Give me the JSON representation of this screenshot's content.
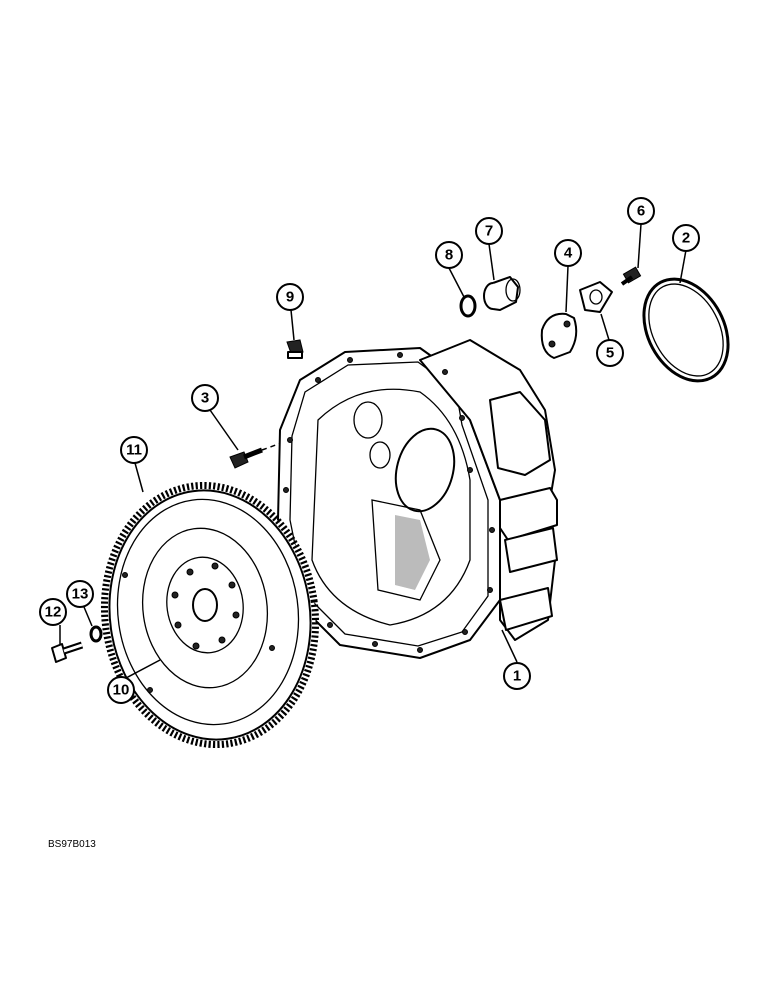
{
  "callouts": [
    {
      "id": "1",
      "label": "1"
    },
    {
      "id": "2",
      "label": "2"
    },
    {
      "id": "3",
      "label": "3"
    },
    {
      "id": "4",
      "label": "4"
    },
    {
      "id": "5",
      "label": "5"
    },
    {
      "id": "6",
      "label": "6"
    },
    {
      "id": "7",
      "label": "7"
    },
    {
      "id": "8",
      "label": "8"
    },
    {
      "id": "9",
      "label": "9"
    },
    {
      "id": "10",
      "label": "10"
    },
    {
      "id": "11",
      "label": "11"
    },
    {
      "id": "12",
      "label": "12"
    },
    {
      "id": "13",
      "label": "13"
    }
  ],
  "figure_code": "BS97B013"
}
